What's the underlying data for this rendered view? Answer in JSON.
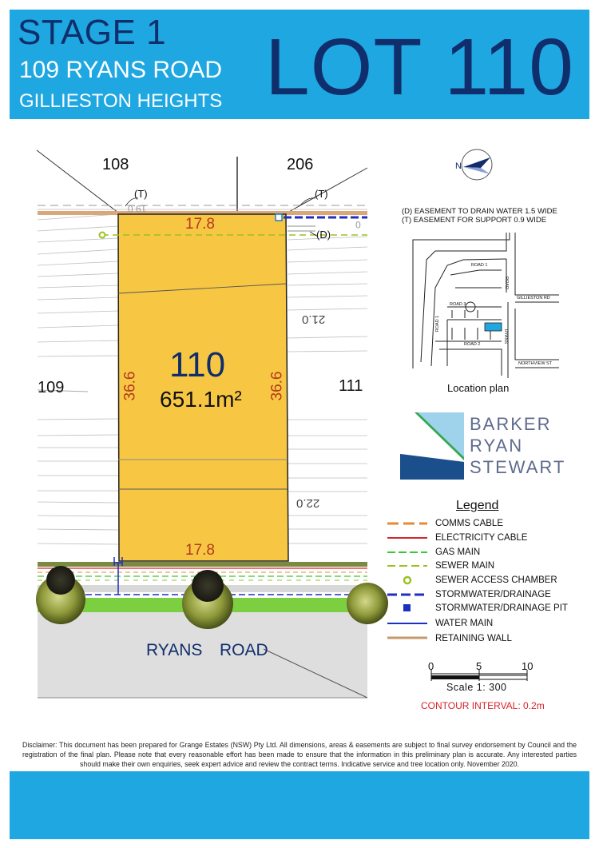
{
  "header": {
    "stage": "STAGE 1",
    "address": "109 RYANS ROAD",
    "suburb": "GILLIESTON HEIGHTS",
    "lot": "LOT 110"
  },
  "plan": {
    "lot_number": "110",
    "lot_area": "651.1m²",
    "dim_top": "17.8",
    "dim_bottom": "17.8",
    "dim_left": "36.6",
    "dim_right": "36.6",
    "neighbour_108": "108",
    "neighbour_206": "206",
    "neighbour_109": "109",
    "neighbour_111": "111",
    "contour_21": "21.0",
    "contour_22": "22.0",
    "contour_faded": "19.0",
    "contour_small": "0",
    "easement_t1": "(T)",
    "easement_t2": "(T)",
    "easement_d": "(D)",
    "road_word1": "RYANS",
    "road_word2": "ROAD"
  },
  "notes": {
    "easement_d": "(D) EASEMENT TO DRAIN WATER 1.5 WIDE",
    "easement_t": "(T) EASEMENT FOR SUPPORT 0.9 WIDE"
  },
  "location_plan": {
    "caption": "Location plan",
    "road1": "ROAD 1",
    "road2": "ROAD 2",
    "road3": "ROAD 3",
    "road_v": "ROAD",
    "road1_v": "ROAD 1",
    "ryans": "RYANS",
    "gillieston": "GILLIESTON RD",
    "northview": "NORTHVIEW  ST"
  },
  "north": {
    "label": "N"
  },
  "brand": {
    "line1": "BARKER",
    "line2": "RYAN",
    "line3": "STEWART"
  },
  "legend": {
    "title": "Legend",
    "items": [
      {
        "label": "COMMS CABLE",
        "color": "#e8892f"
      },
      {
        "label": "ELECTRICITY CABLE",
        "color": "#d6252a"
      },
      {
        "label": "GAS MAIN",
        "color": "#37c837"
      },
      {
        "label": "SEWER MAIN",
        "color": "#9ac21f"
      },
      {
        "label": "SEWER ACCESS CHAMBER",
        "color": "#9ac21f"
      },
      {
        "label": "STORMWATER/DRAINAGE",
        "color": "#1f2fbf"
      },
      {
        "label": "STORMWATER/DRAINAGE PIT",
        "color": "#1f2fbf"
      },
      {
        "label": "WATER MAIN",
        "color": "#1f2fbf"
      },
      {
        "label": "RETAINING WALL",
        "color": "#c59a6a"
      }
    ]
  },
  "scale": {
    "t0": "0",
    "t5": "5",
    "t10": "10",
    "label": "Scale 1: 300"
  },
  "contour_interval": "CONTOUR INTERVAL: 0.2m",
  "disclaimer": "Disclaimer: This document has been prepared for Grange Estates (NSW) Pty Ltd. All dimensions, areas & easements are subject to final survey endorsement by Council and the registration of the final plan. Please note that every reasonable effort has been made to ensure that the information in this preliminary plan is accurate. Any interested parties should make their own enquiries, seek expert advice and review the contract terms. Indicative service and tree location only. November 2020.",
  "colors": {
    "header": "#1ea7e1",
    "lot_fill": "#f7c744",
    "navy": "#102e6b"
  }
}
